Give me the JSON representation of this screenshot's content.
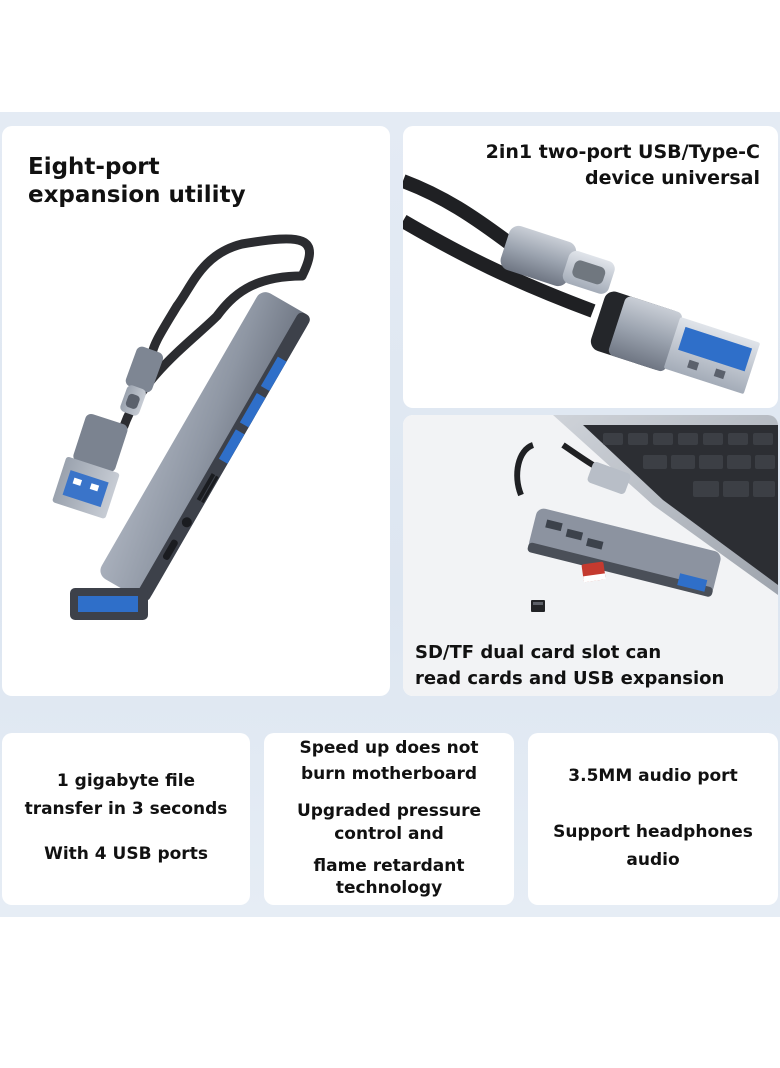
{
  "colors": {
    "band_background": "#dfe7f2",
    "card_background": "#ffffff",
    "text": "#111111",
    "hub_body": "#8c93a0",
    "cable": "#2b2c30",
    "usb_blue": "#2f6fc9"
  },
  "panels": {
    "main": {
      "title_line1": "Eight-port",
      "title_line2": "expansion utility"
    },
    "connector": {
      "line1": "2in1 two-port USB/Type-C",
      "line2": "device universal"
    },
    "cardslot": {
      "line1": "SD/TF dual card slot can",
      "line2": "read cards and USB expansion"
    }
  },
  "features": {
    "transfer": {
      "line1": "1 gigabyte file",
      "line2": "transfer in 3 seconds",
      "line3": "With 4 USB ports"
    },
    "safety": {
      "line1": "Speed up does not",
      "line2": "burn motherboard",
      "line3": "Upgraded pressure",
      "line4": "control and",
      "line5": "flame retardant",
      "line6": "technology"
    },
    "audio": {
      "line1": "3.5MM audio port",
      "line2": "Support headphones",
      "line3": "audio"
    }
  },
  "icons": {
    "hub": "usb-hub-icon",
    "plug": "usb-a-type-c-plug-icon",
    "laptop": "laptop-keyboard-icon",
    "sd_card": "sd-card-icon",
    "tf_card": "micro-sd-card-icon"
  }
}
